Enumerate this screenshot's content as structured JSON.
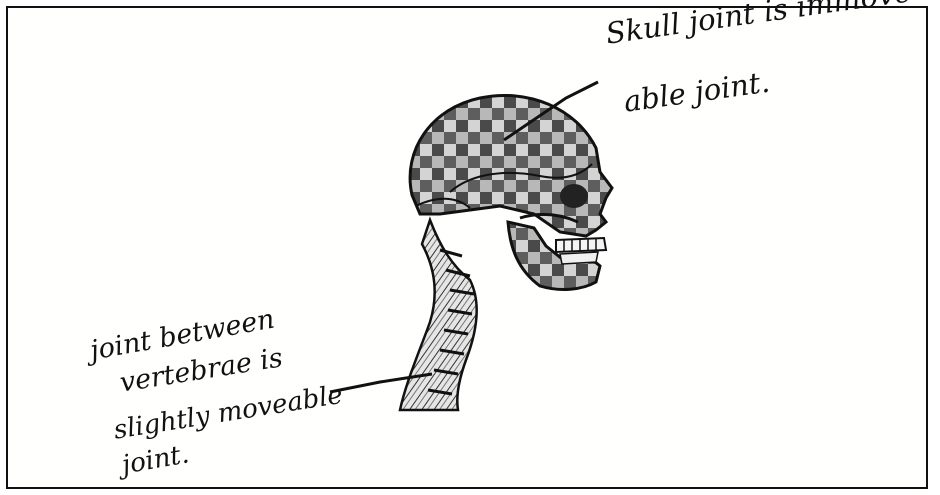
{
  "labels": {
    "skull_joint": {
      "line1": "Skull joint is immove-",
      "line2": "able joint."
    },
    "vertebrae_joint": {
      "line1": "joint between",
      "line2": "vertebrae is",
      "line3": "slightly moveable",
      "line4": "joint."
    }
  },
  "colors": {
    "ink": "#111111",
    "paper": "#ffffff",
    "checker_dark": "#4a4a4a",
    "checker_light": "#b8b8b8"
  }
}
